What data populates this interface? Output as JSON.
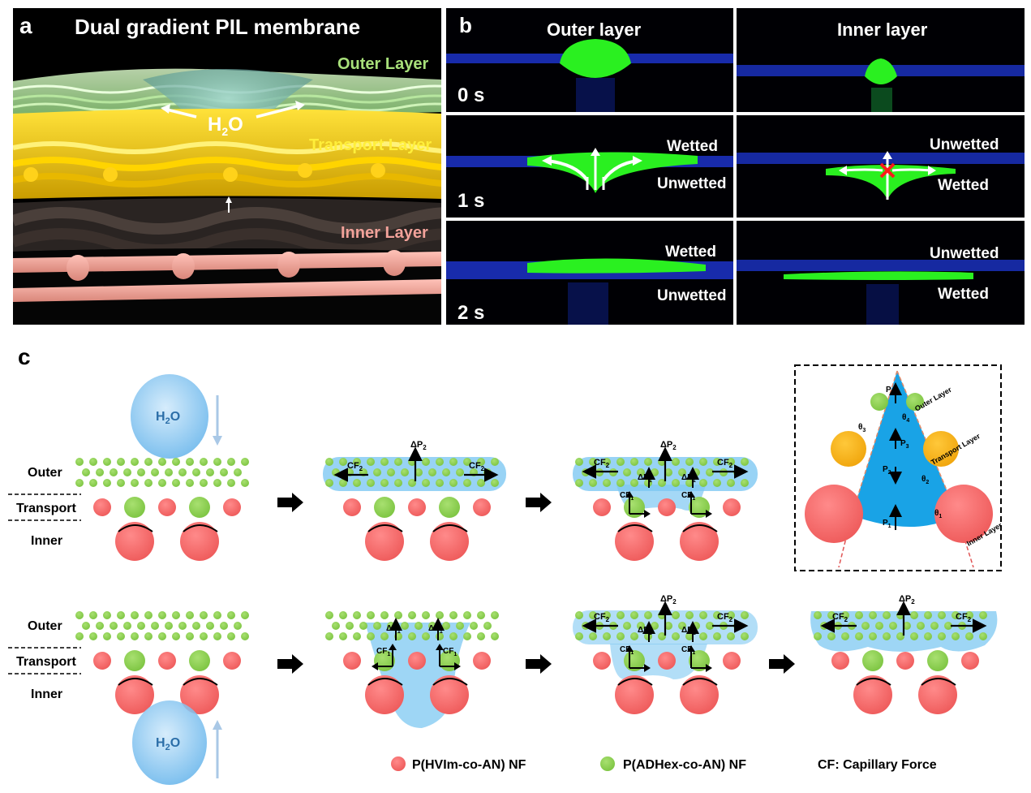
{
  "panel_a": {
    "letter": "a",
    "title": "Dual gradient PIL membrane",
    "outer_layer": "Outer Layer",
    "transport_layer": "Transport Layer",
    "inner_layer": "Inner Layer",
    "water": "H",
    "water_sub": "2",
    "water_o": "O"
  },
  "panel_b": {
    "letter": "b",
    "col_outer": "Outer layer",
    "col_inner": "Inner layer",
    "t0": "0 s",
    "t1": "1 s",
    "t2": "2 s",
    "wetted": "Wetted",
    "unwetted": "Unwetted"
  },
  "panel_c": {
    "letter": "c",
    "outer": "Outer",
    "transport": "Transport",
    "inner": "Inner",
    "h2o": "H",
    "h2o_sub": "2",
    "h2o_o": "O",
    "dp": "ΔP",
    "cf": "CF",
    "inset": {
      "outer_layer": "Outer Layer",
      "transport_layer": "Transport Layer",
      "inner_layer": "Inner Layer"
    },
    "legend": {
      "red": "P(HVIm-co-AN) NF",
      "green": "P(ADHex-co-AN) NF",
      "cf": "CF: Capillary Force"
    }
  },
  "colors": {
    "green_fiber": "#8fd14f",
    "red_fiber": "#f26b6b",
    "orange_fiber": "#f5b21b",
    "water": "#7ec8f2",
    "outer_label": "#a8e07a",
    "transport_label": "#ffef3a",
    "inner_label": "#f2a29a"
  }
}
